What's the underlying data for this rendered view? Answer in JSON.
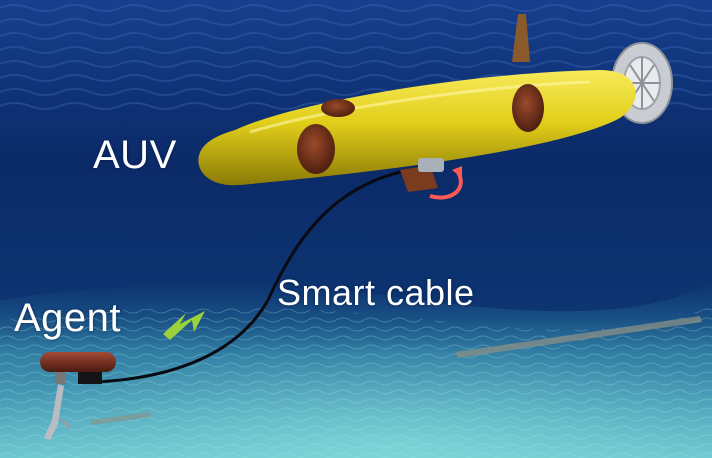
{
  "labels": {
    "auv": "AUV",
    "cable": "Smart cable",
    "agent": "Agent"
  },
  "colors": {
    "water_top": "#0b2a68",
    "water_bottom": "#1e5a8c",
    "seabed": "#4b9fb3",
    "hull": "#e5d21f",
    "patch": "#6b2e1a",
    "cable": "#0a0a12",
    "arrow_green": "#9bd13b",
    "arrow_red": "#ff5a55"
  }
}
